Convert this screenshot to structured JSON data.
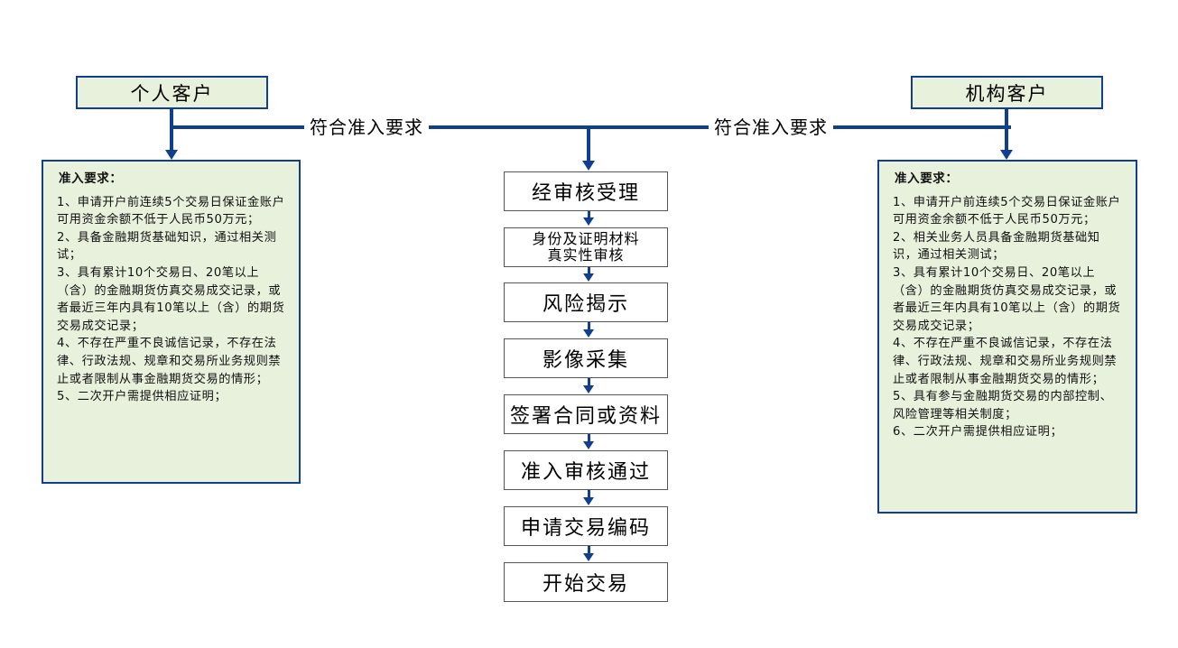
{
  "individual": {
    "title": "个人客户",
    "condition": "符合准入要求",
    "requirements_title": "准入要求：",
    "requirements": [
      "1、申请开户前连续5个交易日保证金账户可用资金余额不低于人民币50万元；",
      "2、具备金融期货基础知识，通过相关测试；",
      "3、具有累计10个交易日、20笔以上（含）的金融期货仿真交易成交记录，或者最近三年内具有10笔以上（含）的期货交易成交记录；",
      "4、不存在严重不良诚信记录，不存在法律、行政法规、规章和交易所业务规则禁止或者限制从事金融期货交易的情形；",
      "5、二次开户需提供相应证明；"
    ]
  },
  "institution": {
    "title": "机构客户",
    "condition": "符合准入要求",
    "requirements_title": "准入要求：",
    "requirements": [
      "1、申请开户前连续5个交易日保证金账户可用资金余额不低于人民币50万元；",
      "2、相关业务人员具备金融期货基础知识，通过相关测试；",
      "3、具有累计10个交易日、20笔以上（含）的金融期货仿真交易成交记录，或者最近三年内具有10笔以上（含）的期货交易成交记录；",
      "4、不存在严重不良诚信记录，不存在法律、行政法规、规章和交易所业务规则禁止或者限制从事金融期货交易的情形；",
      "5、具有参与金融期货交易的内部控制、风险管理等相关制度；",
      "6、二次开户需提供相应证明；"
    ]
  },
  "process_steps": [
    "经审核受理",
    "身份及证明材料\n真实性审核",
    "风险揭示",
    "影像采集",
    "签署合同或资料",
    "准入审核通过",
    "申请交易编码",
    "开始交易"
  ],
  "colors": {
    "connector": "#103f8f",
    "panel_fill": "#e8f1dc"
  }
}
